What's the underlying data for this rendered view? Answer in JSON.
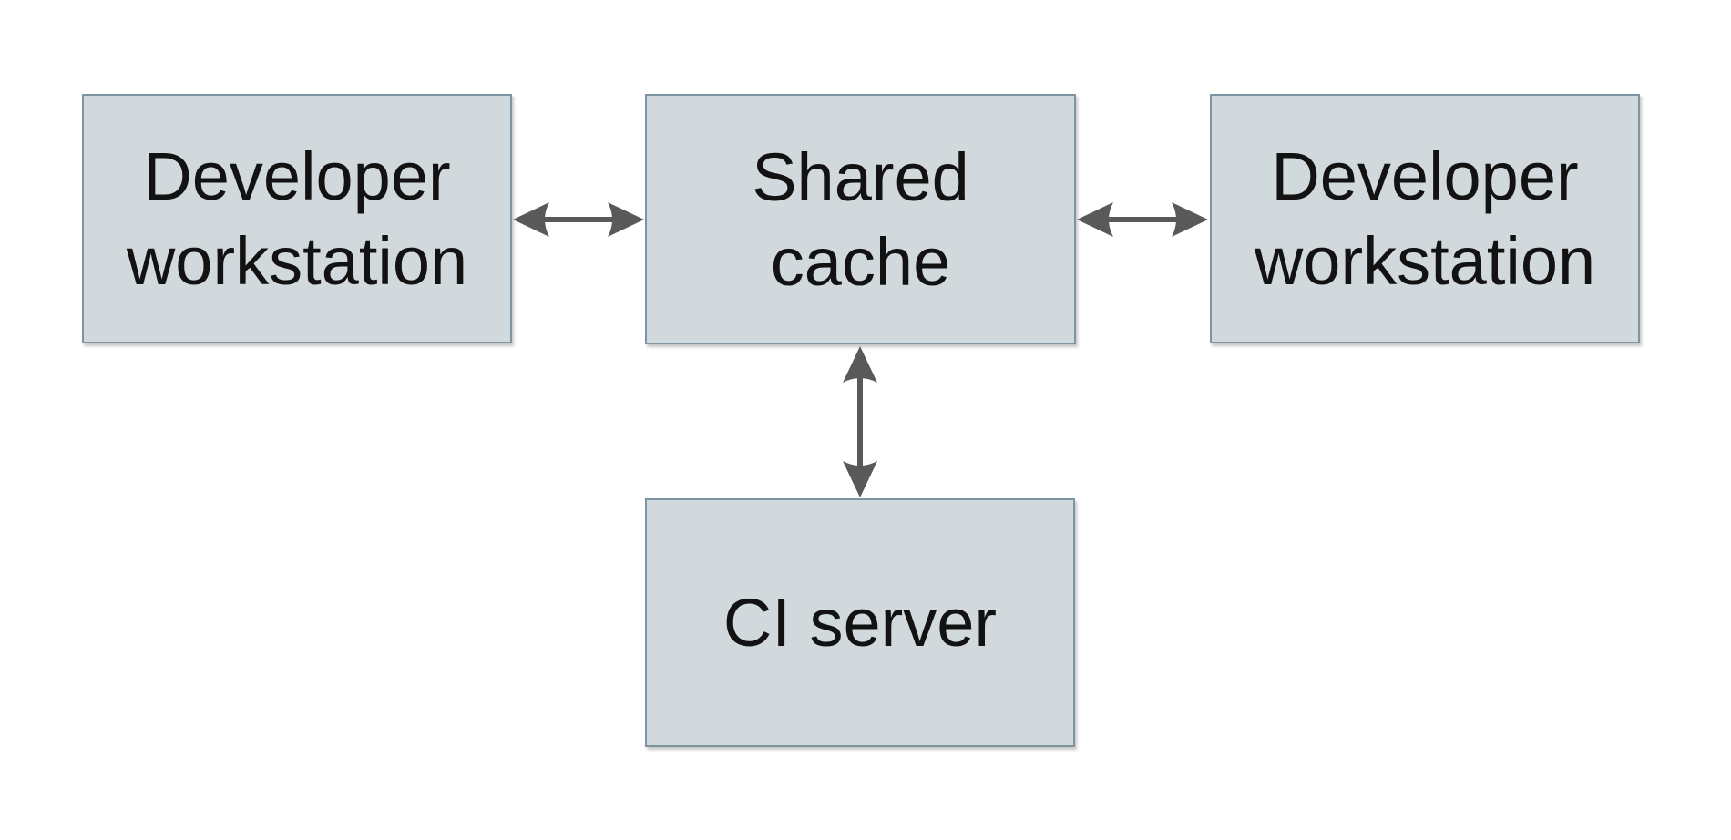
{
  "diagram": {
    "colors": {
      "background": "#ffffff",
      "box_fill": "#d2d9dc",
      "box_border": "#7e95a1",
      "arrow": "#595959",
      "text": "#121212"
    },
    "nodes": [
      {
        "id": "developer-workstation-left",
        "label": "Developer\nworkstation"
      },
      {
        "id": "shared-cache",
        "label": "Shared\ncache"
      },
      {
        "id": "developer-workstation-right",
        "label": "Developer\nworkstation"
      },
      {
        "id": "ci-server",
        "label": "CI server"
      }
    ],
    "edges": [
      {
        "from": "developer-workstation-left",
        "to": "shared-cache",
        "direction": "bidirectional",
        "orientation": "horizontal"
      },
      {
        "from": "shared-cache",
        "to": "developer-workstation-right",
        "direction": "bidirectional",
        "orientation": "horizontal"
      },
      {
        "from": "shared-cache",
        "to": "ci-server",
        "direction": "bidirectional",
        "orientation": "vertical"
      }
    ]
  }
}
